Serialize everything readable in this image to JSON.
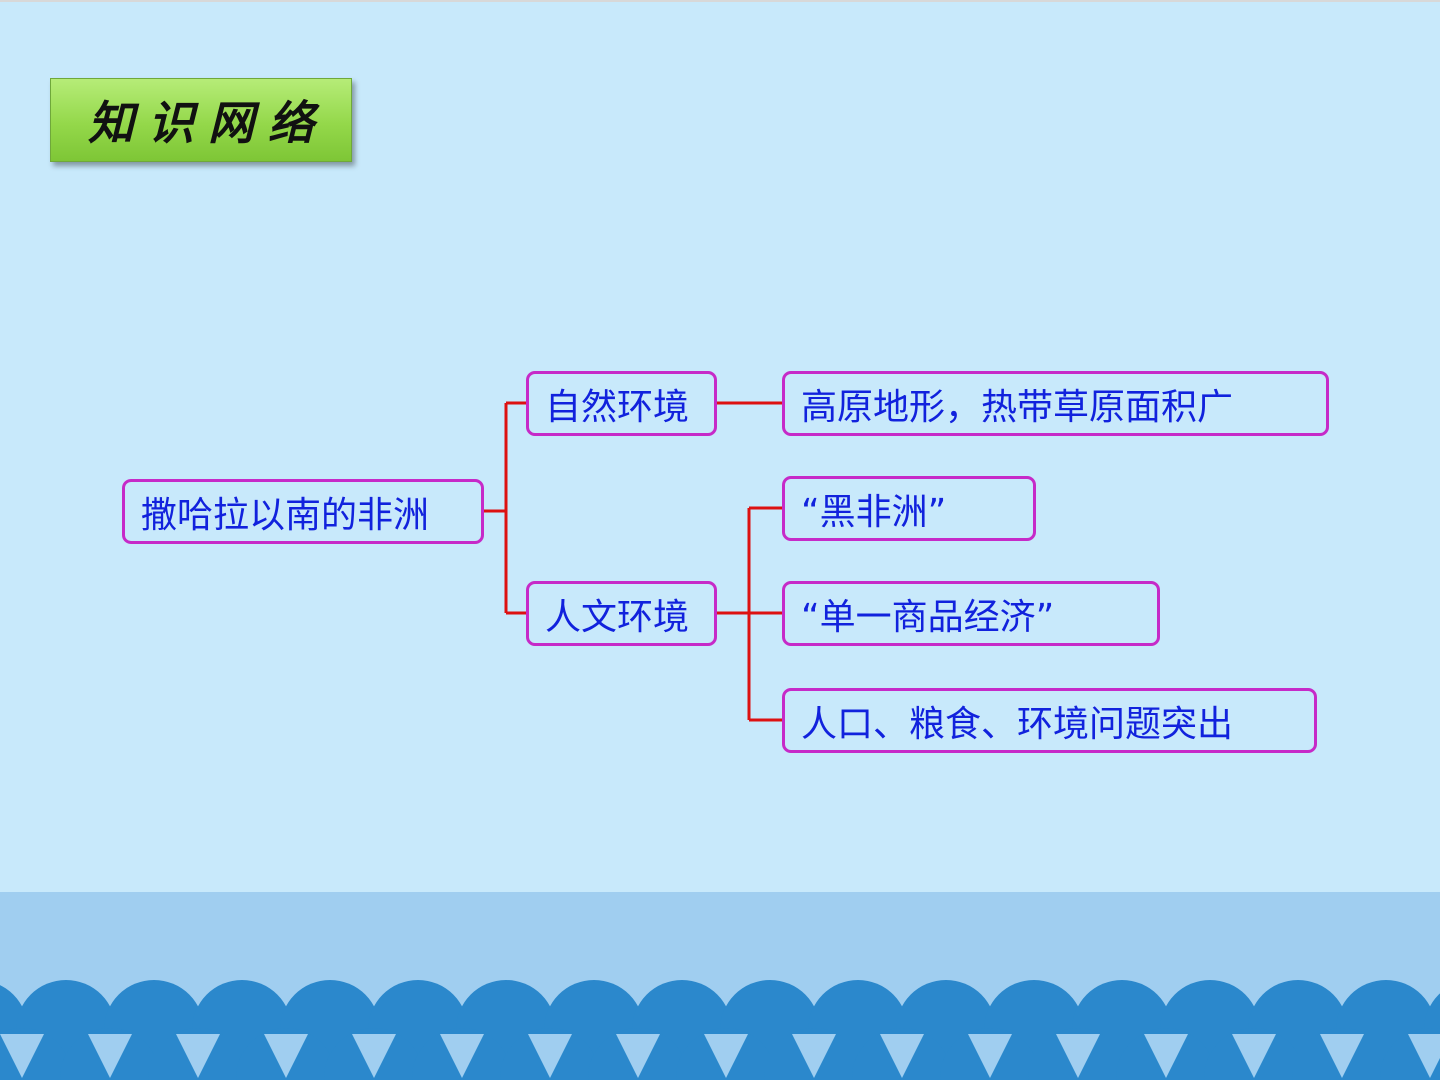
{
  "title": "知识网络",
  "mindmap": {
    "root": "撒哈拉以南的非洲",
    "natural": "自然环境",
    "natural_items": [
      "高原地形，热带草原面积广"
    ],
    "human": "人文环境",
    "human_items": [
      "“黑非洲”",
      "“单一商品经济”",
      "人口、粮食、环境问题突出"
    ]
  },
  "colors": {
    "background": "#c8e9fb",
    "node_border": "#c62ac8",
    "node_text": "#1122dd",
    "connector": "#dd1111",
    "title_badge": "#94d84a",
    "wave": "#2b88cc"
  }
}
